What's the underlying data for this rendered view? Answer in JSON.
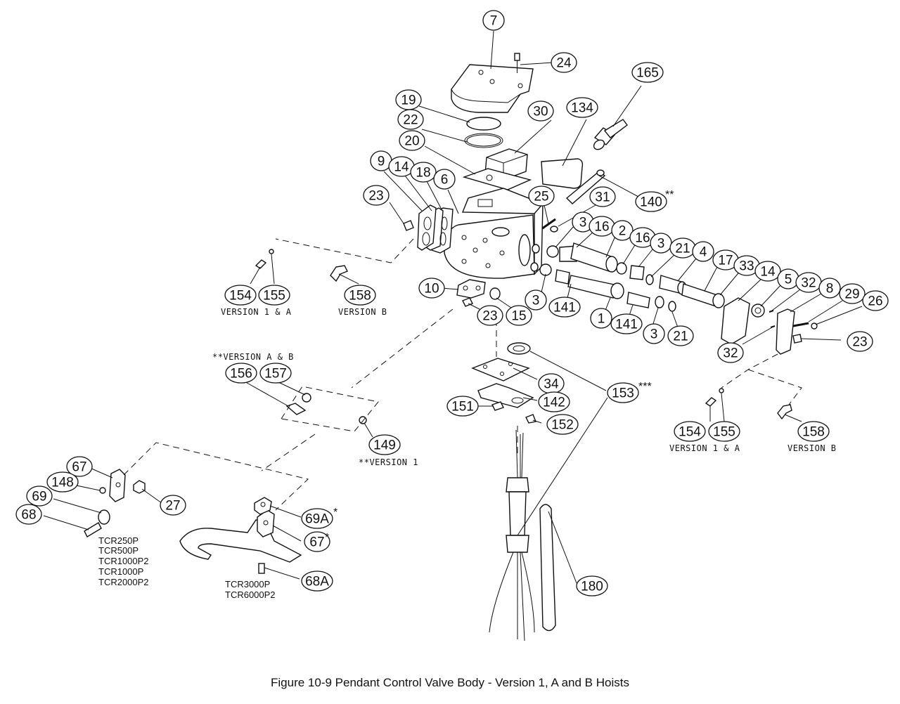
{
  "caption": "Figure 10-9 Pendant Control Valve Body - Version 1, A and B Hoists",
  "callouts": [
    "7",
    "24",
    "165",
    "19",
    "30",
    "134",
    "22",
    "20",
    "9",
    "14",
    "18",
    "6",
    "25",
    "31",
    "140",
    "23",
    "3",
    "16",
    "2",
    "16",
    "3",
    "21",
    "4",
    "17",
    "33",
    "14",
    "5",
    "32",
    "8",
    "29",
    "26",
    "154",
    "155",
    "158",
    "10",
    "23",
    "15",
    "3",
    "141",
    "1",
    "141",
    "3",
    "21",
    "32",
    "23",
    "156",
    "157",
    "34",
    "142",
    "151",
    "152",
    "153",
    "154",
    "155",
    "158",
    "149",
    "67",
    "148",
    "27",
    "69",
    "68",
    "69A",
    "67",
    "68A",
    "180"
  ],
  "stars": [
    "**",
    "***",
    "*",
    "*"
  ],
  "notes": [
    "VERSION 1 & A",
    "VERSION B",
    "**VERSION A & B",
    "**VERSION 1",
    "VERSION 1 & A",
    "VERSION B"
  ],
  "models_small": [
    "TCR250P",
    "TCR500P",
    "TCR1000P2",
    "TCR1000P",
    "TCR2000P2"
  ],
  "models_large": [
    "TCR3000P",
    "TCR6000P2"
  ]
}
